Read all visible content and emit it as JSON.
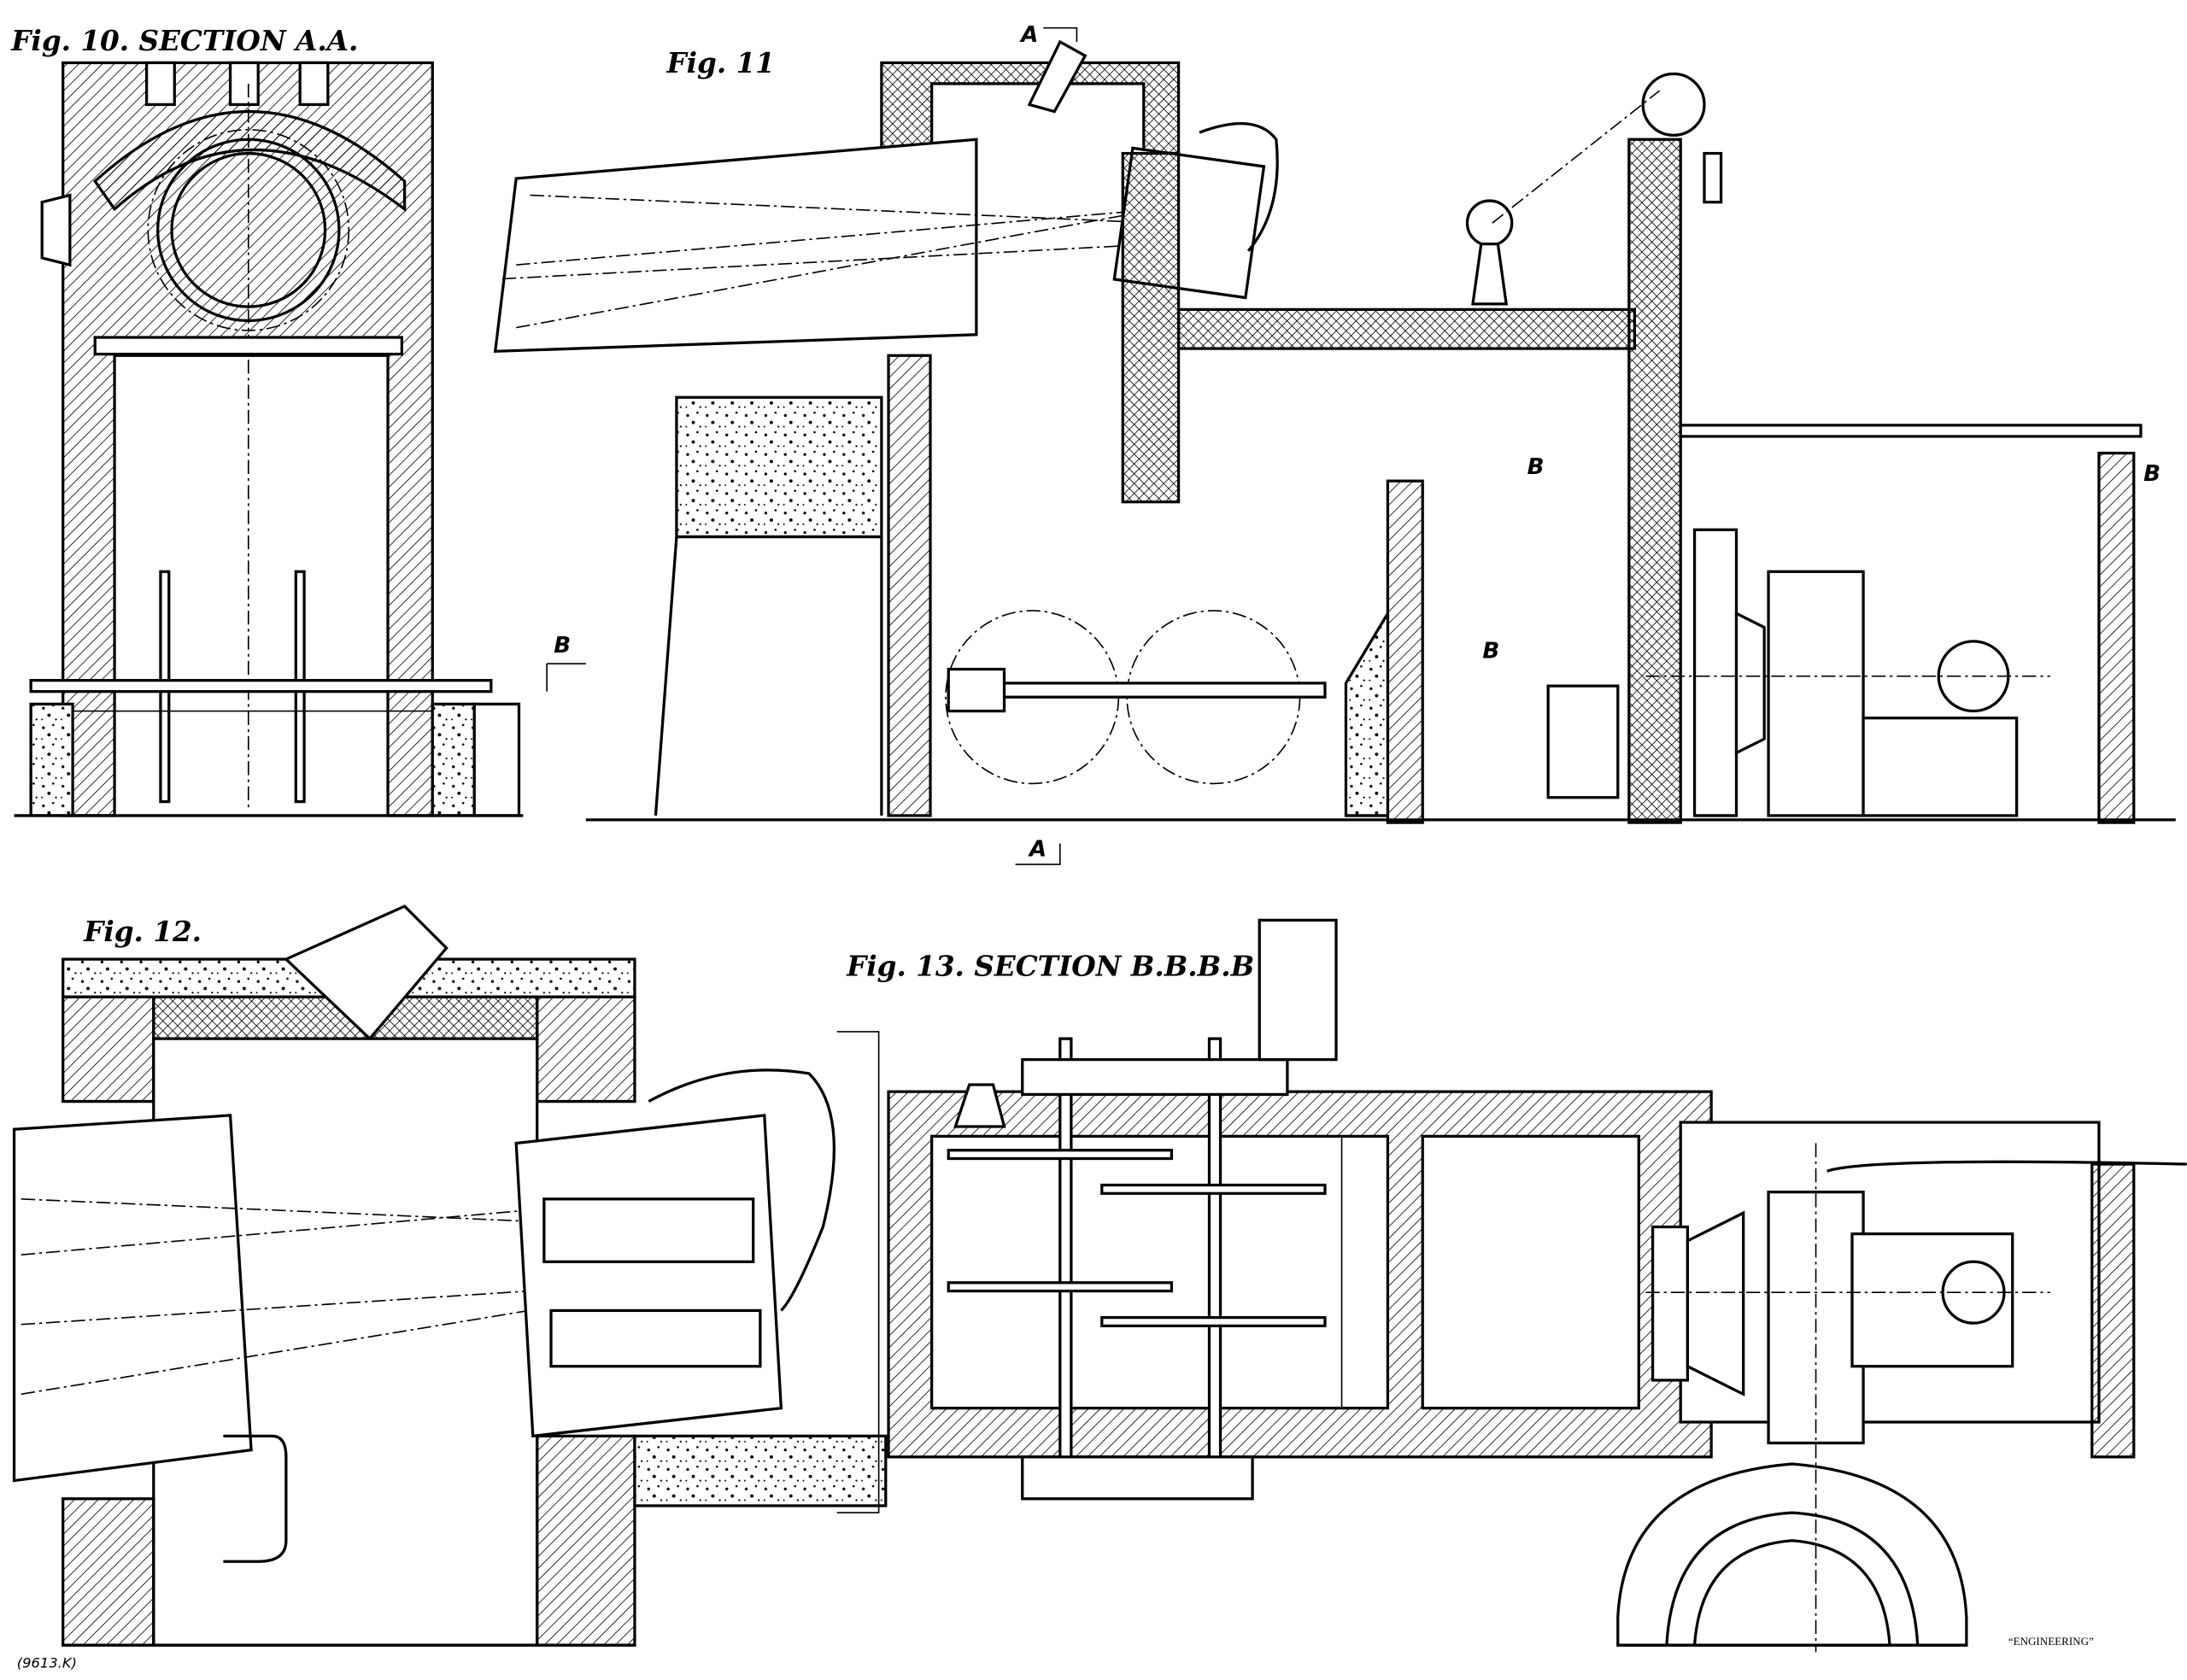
{
  "figures": {
    "fig10": {
      "title": "Fig. 10. SECTION A.A."
    },
    "fig11": {
      "title": "Fig. 11"
    },
    "fig12": {
      "title": "Fig. 12."
    },
    "fig13": {
      "title": "Fig. 13. SECTION B.B.B.B"
    }
  },
  "section_marks": {
    "a_top": "A",
    "a_bottom": "A",
    "b_fig10": "B",
    "b_mid1": "B",
    "b_mid2": "B",
    "b_right": "B"
  },
  "footer": {
    "reference": "(9613.K)",
    "credit": "“ENGINEERING”"
  }
}
